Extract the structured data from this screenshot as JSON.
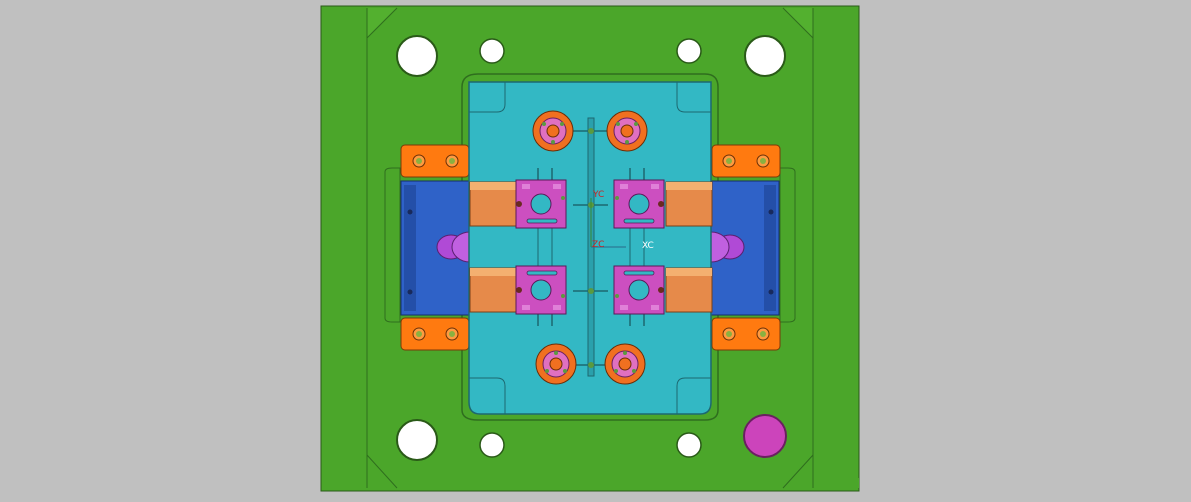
{
  "viewport": {
    "background_color": "#c0c0c0"
  },
  "colors": {
    "clamp_plate": "#4ba62a",
    "cavity_plate": "#33b8c4",
    "slider_block": "#2f62c8",
    "slider_wedge": "#e68a4a",
    "lock_plate": "#ff7a10",
    "cavity_insert": "#cc4fc0",
    "ejector_pin_head": "#b04ad6",
    "sprue_bushing_ring": "#f07020",
    "sprue_bushing_inner": "#e070c0",
    "guide_hole": "#ffffff",
    "stop_button": "#cc44bb",
    "axis_text": "#cc2222"
  },
  "axes": {
    "yc_label": "YC",
    "zc_label": "ZC",
    "xc_label": "XC"
  },
  "icons": {
    "coordinate_triad": "wcs-triad-icon"
  }
}
